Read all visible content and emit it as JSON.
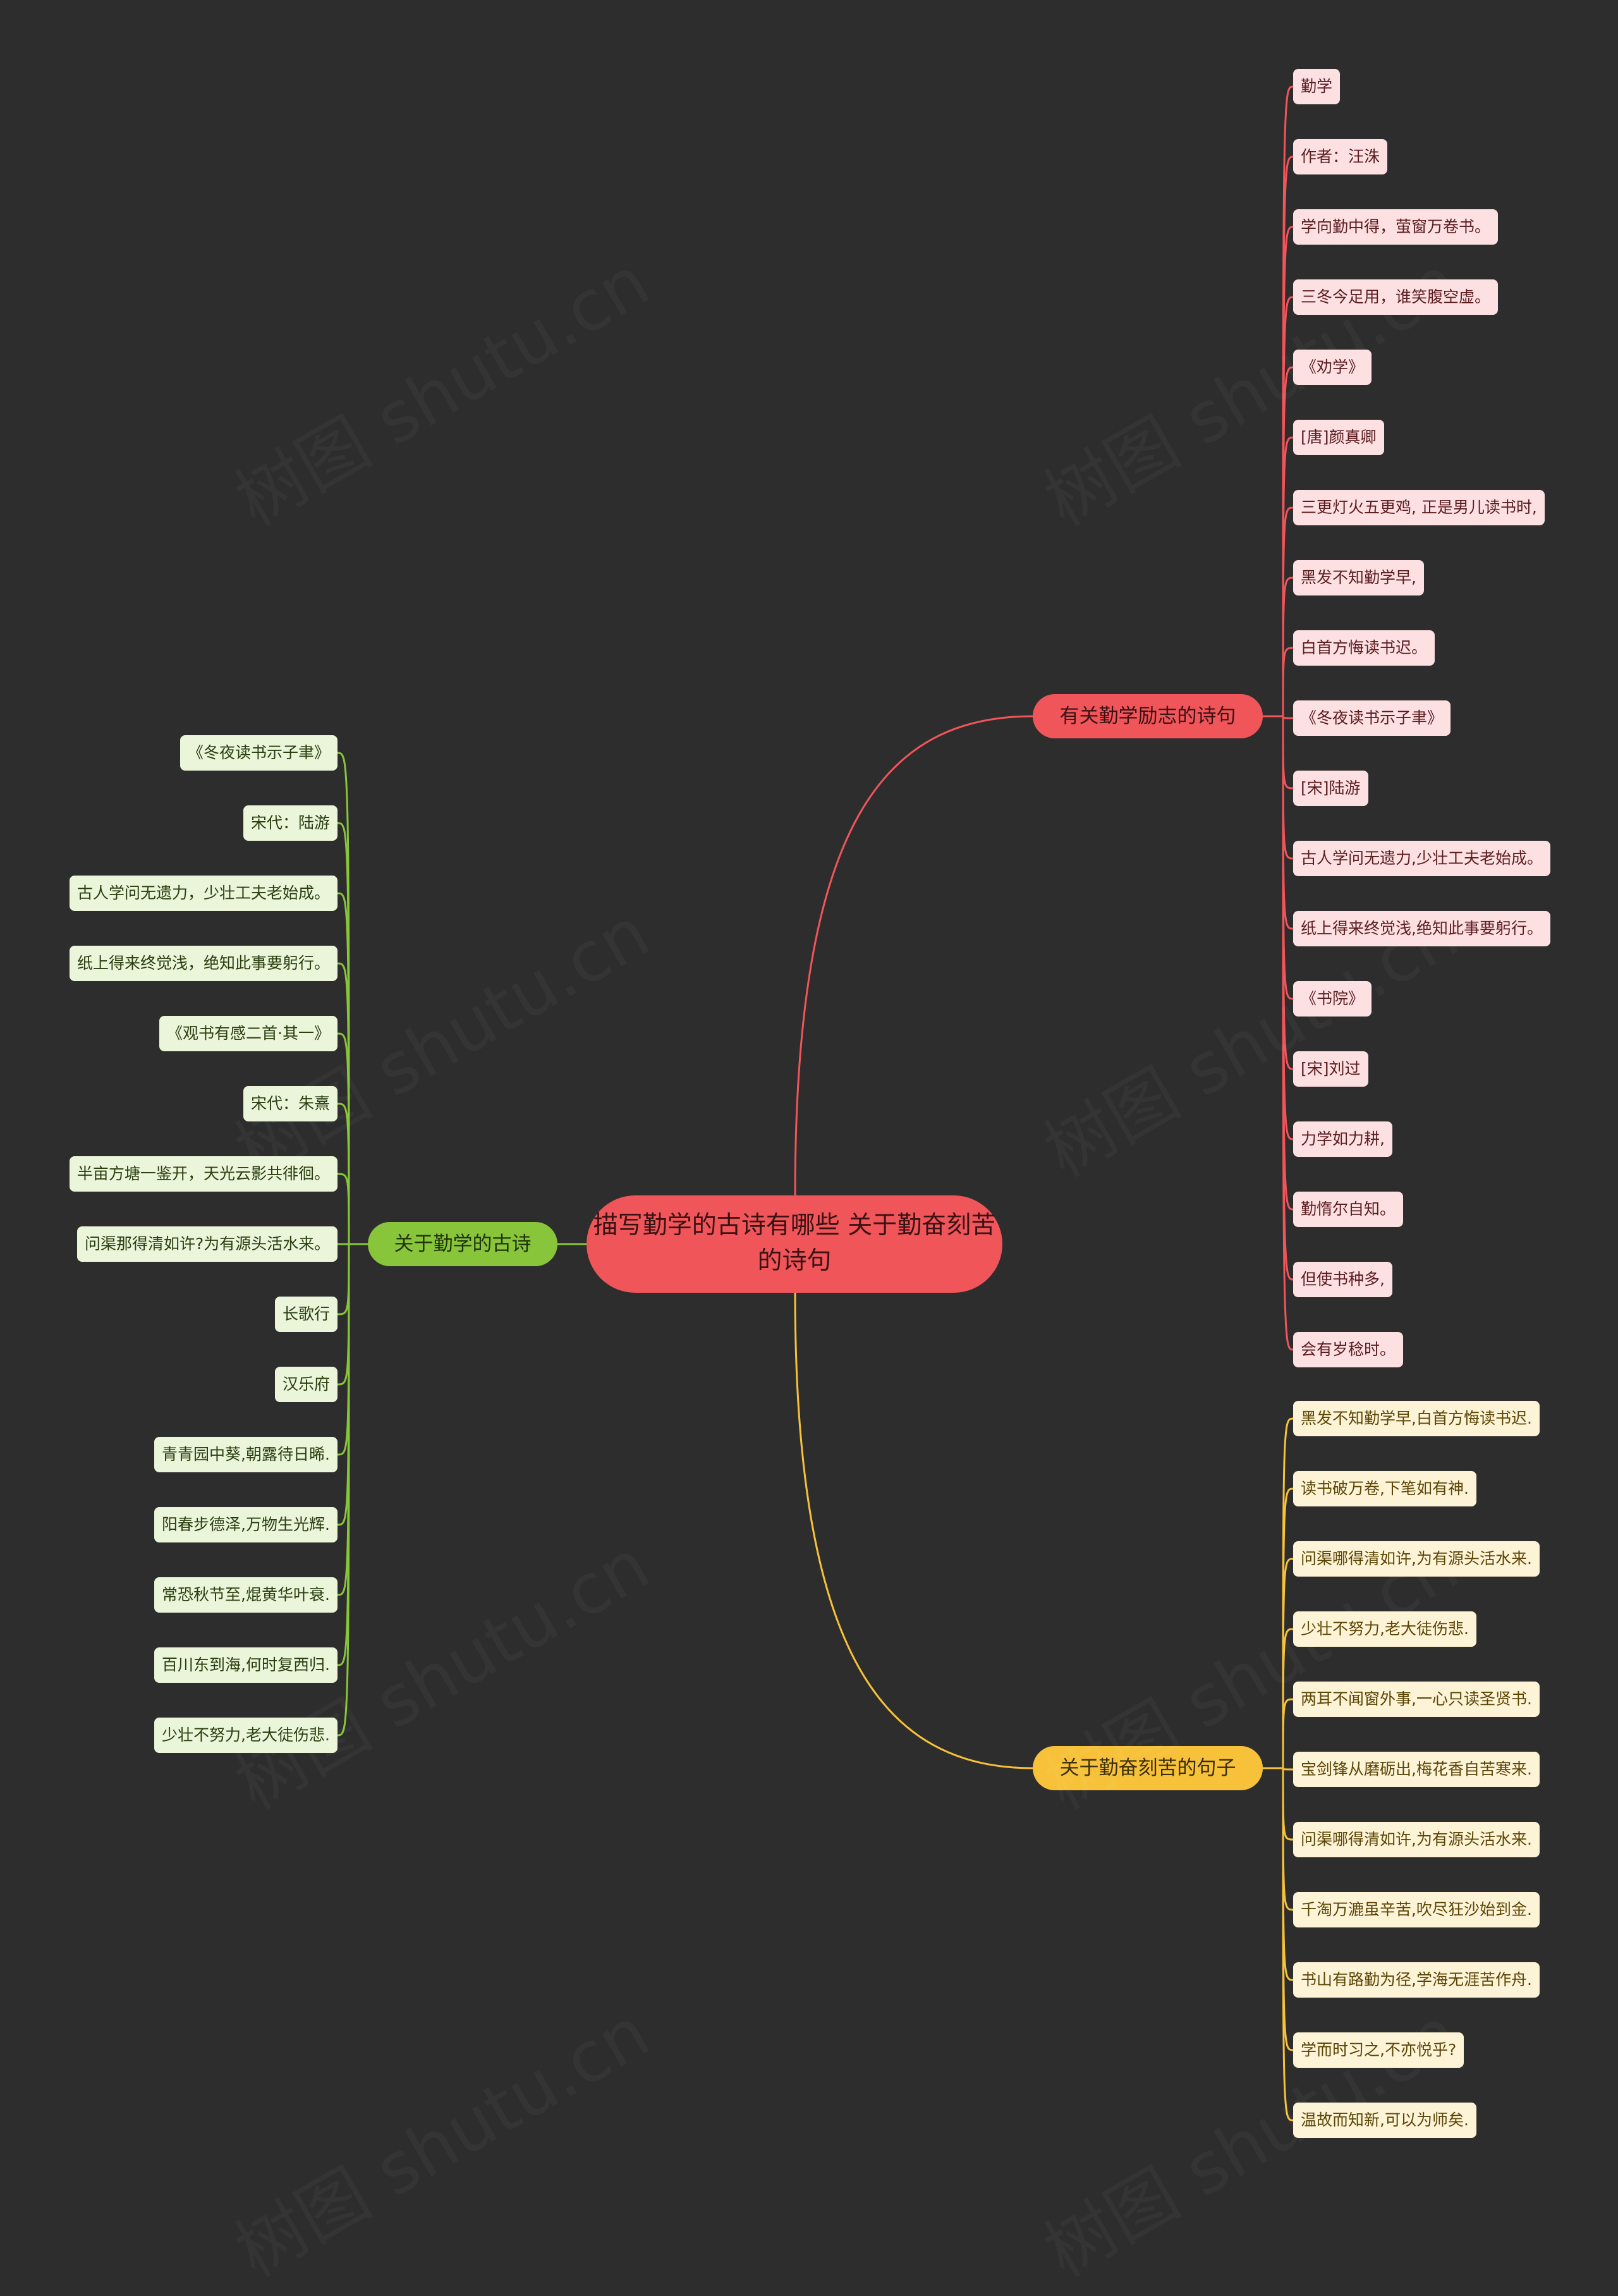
{
  "root": {
    "text": "描写勤学的古诗有哪些 关于勤奋刻苦的诗句"
  },
  "branches": {
    "red": {
      "label": "有关勤学励志的诗句",
      "color": "#f0555a",
      "leaves": [
        "勤学",
        "作者：汪洙",
        "学向勤中得，萤窗万卷书。",
        "三冬今足用，谁笑腹空虚。",
        "《劝学》",
        "[唐]颜真卿",
        "三更灯火五更鸡, 正是男儿读书时,",
        "黑发不知勤学早,",
        "白首方悔读书迟。",
        "《冬夜读书示子聿》",
        "[宋]陆游",
        "古人学问无遗力,少壮工夫老始成。",
        "纸上得来终觉浅,绝知此事要躬行。",
        "《书院》",
        "[宋]刘过",
        "力学如力耕,",
        "勤惰尔自知。",
        "但使书种多,",
        "会有岁稔时。"
      ]
    },
    "yellow": {
      "label": "关于勤奋刻苦的句子",
      "color": "#f7c23a",
      "leaves": [
        "黑发不知勤学早,白首方悔读书迟.",
        "读书破万卷,下笔如有神.",
        "问渠哪得清如许,为有源头活水来.",
        "少壮不努力,老大徒伤悲.",
        "两耳不闻窗外事,一心只读圣贤书.",
        "宝剑锋从磨砺出,梅花香自苦寒来.",
        "问渠哪得清如许,为有源头活水来.",
        "千淘万漉虽辛苦,吹尽狂沙始到金.",
        "书山有路勤为径,学海无涯苦作舟.",
        "学而时习之,不亦悦乎?",
        "温故而知新,可以为师矣."
      ]
    },
    "green": {
      "label": "关于勤学的古诗",
      "color": "#88c53a",
      "leaves": [
        "《冬夜读书示子聿》",
        "宋代：陆游",
        "古人学问无遗力，少壮工夫老始成。",
        "纸上得来终觉浅，绝知此事要躬行。",
        "《观书有感二首·其一》",
        "宋代：朱熹",
        "半亩方塘一鉴开，天光云影共徘徊。",
        "问渠那得清如许?为有源头活水来。",
        "长歌行",
        "汉乐府",
        "青青园中葵,朝露待日晞.",
        "阳春步德泽,万物生光辉.",
        "常恐秋节至,焜黄华叶衰.",
        "百川东到海,何时复西归.",
        "少壮不努力,老大徒伤悲."
      ]
    }
  },
  "watermark": "树图 shutu.cn"
}
